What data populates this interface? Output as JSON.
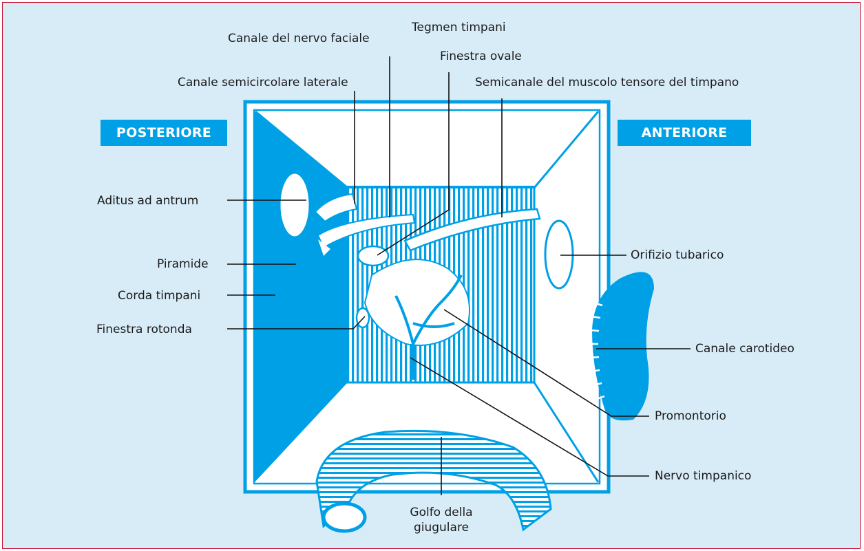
{
  "orientation": {
    "posterior": "POSTERIORE",
    "anterior": "ANTERIORE"
  },
  "labels": {
    "canale_nervo_faciale": "Canale del nervo faciale",
    "tegmen_timpani": "Tegmen timpani",
    "finestra_ovale": "Finestra ovale",
    "canale_semicircolare": "Canale semicircolare laterale",
    "semicanale_muscolo": "Semicanale del muscolo tensore del timpano",
    "aditus": "Aditus ad antrum",
    "piramide": "Piramide",
    "corda_timpani": "Corda timpani",
    "finestra_rotonda": "Finestra rotonda",
    "orifizio_tubarico": "Orifizio tubarico",
    "canale_carotideo": "Canale carotideo",
    "promontorio": "Promontorio",
    "nervo_timpanico": "Nervo timpanico",
    "golfo_line1": "Golfo della",
    "golfo_line2": "giugulare"
  },
  "colors": {
    "blue": "#00a0e6",
    "background": "#d8ecf8",
    "frame_border": "#c8102e",
    "ink": "#1a1a1a"
  }
}
